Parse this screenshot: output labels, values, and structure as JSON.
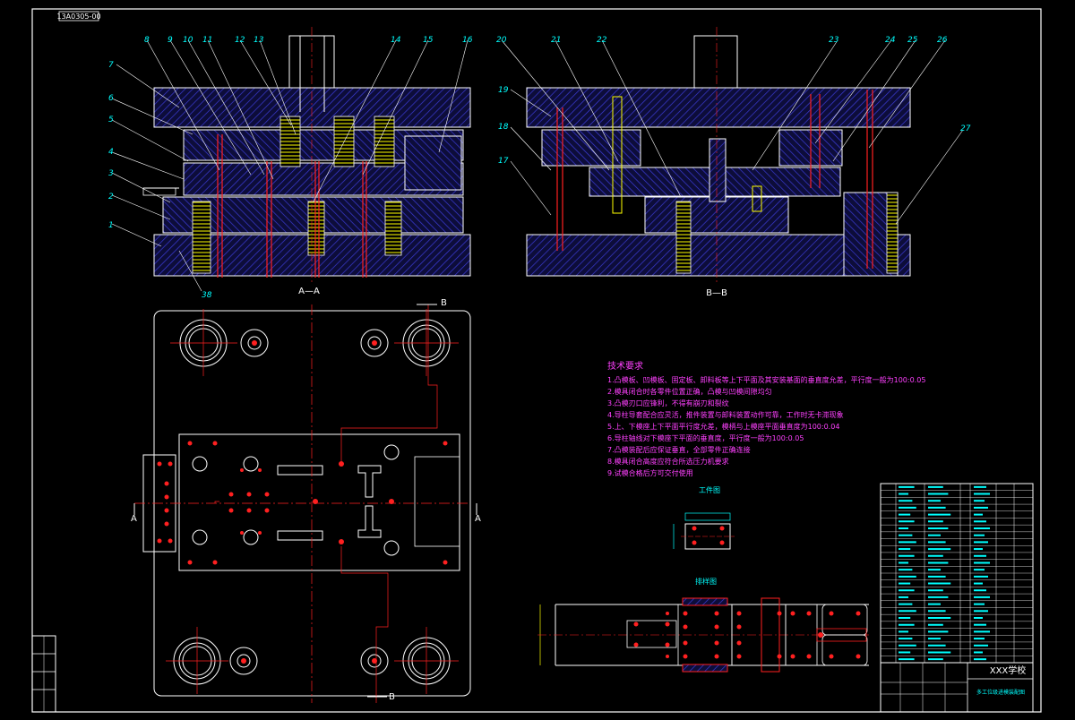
{
  "drawing_number": "13A0305-00",
  "sections": {
    "aa_label": "A—A",
    "bb_label": "B—B",
    "cut_a": "A",
    "cut_b": "B"
  },
  "aa_callouts": [
    "1",
    "2",
    "3",
    "4",
    "5",
    "6",
    "7",
    "8",
    "9",
    "10",
    "11",
    "12",
    "13",
    "14",
    "15",
    "16",
    "38"
  ],
  "bb_callouts": [
    "17",
    "18",
    "19",
    "20",
    "21",
    "22",
    "23",
    "24",
    "25",
    "26",
    "27"
  ],
  "notes": {
    "title": "技术要求",
    "items": [
      "1.凸模板、凹模板、固定板、卸料板等上下平面及其安装基面的垂直度允差，平行度一般为100:0.05",
      "2.模具闭合时各零件位置正确，凸模与凹模间隙均匀",
      "3.凸模刃口应锋利，不得有崩刃和裂纹",
      "4.导柱导套配合应灵活，推件装置与卸料装置动作可靠，工作时无卡滞现象",
      "5.上、下模座上下平面平行度允差，模柄与上模座平面垂直度为100:0.04",
      "6.导柱轴线对下模座下平面的垂直度，平行度一般为100:0.05",
      "7.凸模装配后应保证垂直，全部零件正确连接",
      "8.模具闭合高度应符合所选压力机要求",
      "9.试模合格后方可交付使用"
    ]
  },
  "workpiece_label": "工件图",
  "strip_label": "排样图",
  "title_block": {
    "designation": "XXX学校",
    "drawing_name": "多工位级进模装配图",
    "part_rows": 26
  },
  "colors": {
    "line_white": "#ffffff",
    "hatch_blue": "#3b3bd6",
    "red": "#ff2020",
    "yellow": "#ffff00",
    "cyan": "#00ffff",
    "magenta": "#ff40ff"
  }
}
